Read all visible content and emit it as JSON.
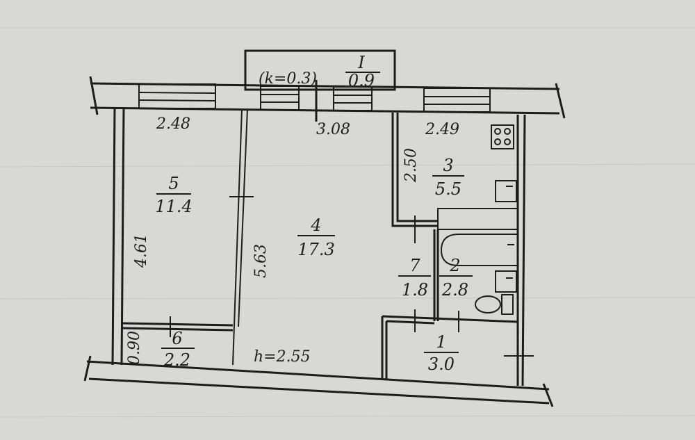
{
  "balcony": {
    "note": "(k=0.3)",
    "number": "I",
    "area": "0.9"
  },
  "rooms": [
    {
      "number": "5",
      "area": "11.4"
    },
    {
      "number": "4",
      "area": "17.3"
    },
    {
      "number": "3",
      "area": "5.5"
    },
    {
      "number": "7",
      "area": "1.8"
    },
    {
      "number": "2",
      "area": "2.8"
    },
    {
      "number": "6",
      "area": "2.2"
    },
    {
      "number": "1",
      "area": "3.0"
    }
  ],
  "dimensions": {
    "room5_width": "2.48",
    "room4_width": "3.08",
    "room3_width": "2.49",
    "room3_depth": "2.50",
    "room5_depth": "4.61",
    "room4_depth": "5.63",
    "room6_depth": "0.90"
  },
  "ceiling_height": "h=2.55",
  "colors": {
    "paper": "#d8d9d6",
    "ink": "#1c1c1c"
  }
}
